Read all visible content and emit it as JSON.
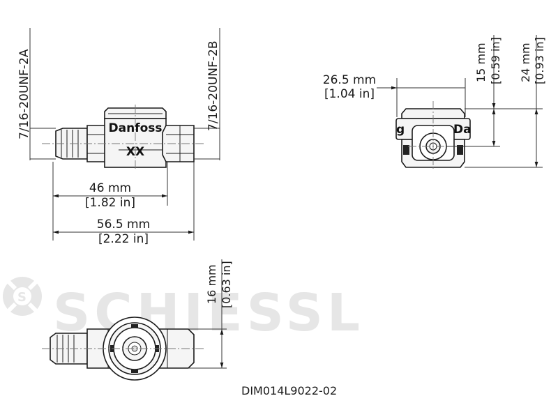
{
  "watermark": {
    "text": "SCHIESSL"
  },
  "side_view": {
    "thread_left": "7/16-20UNF-2A",
    "thread_right": "7/16-20UNF-2B",
    "brand_label": "Danfoss",
    "center_mark": "XX",
    "dim_inner": {
      "mm": "46 mm",
      "in": "[1.82 in]"
    },
    "dim_overall": {
      "mm": "56.5 mm",
      "in": "[2.22 in]"
    }
  },
  "end_view": {
    "dim_width": {
      "mm": "26.5 mm",
      "in": "[1.04 in]"
    },
    "dim_axis_height": {
      "mm": "15 mm",
      "in": "[0.59 in]"
    },
    "dim_total_height": {
      "mm": "24 mm",
      "in": "[0.93 in]"
    },
    "left_fragment": "g",
    "right_fragment": "Da"
  },
  "top_view": {
    "dim_height": {
      "mm": "16 mm",
      "in": "[0.63 in]"
    }
  },
  "document_id": "DIM014L9022-02"
}
